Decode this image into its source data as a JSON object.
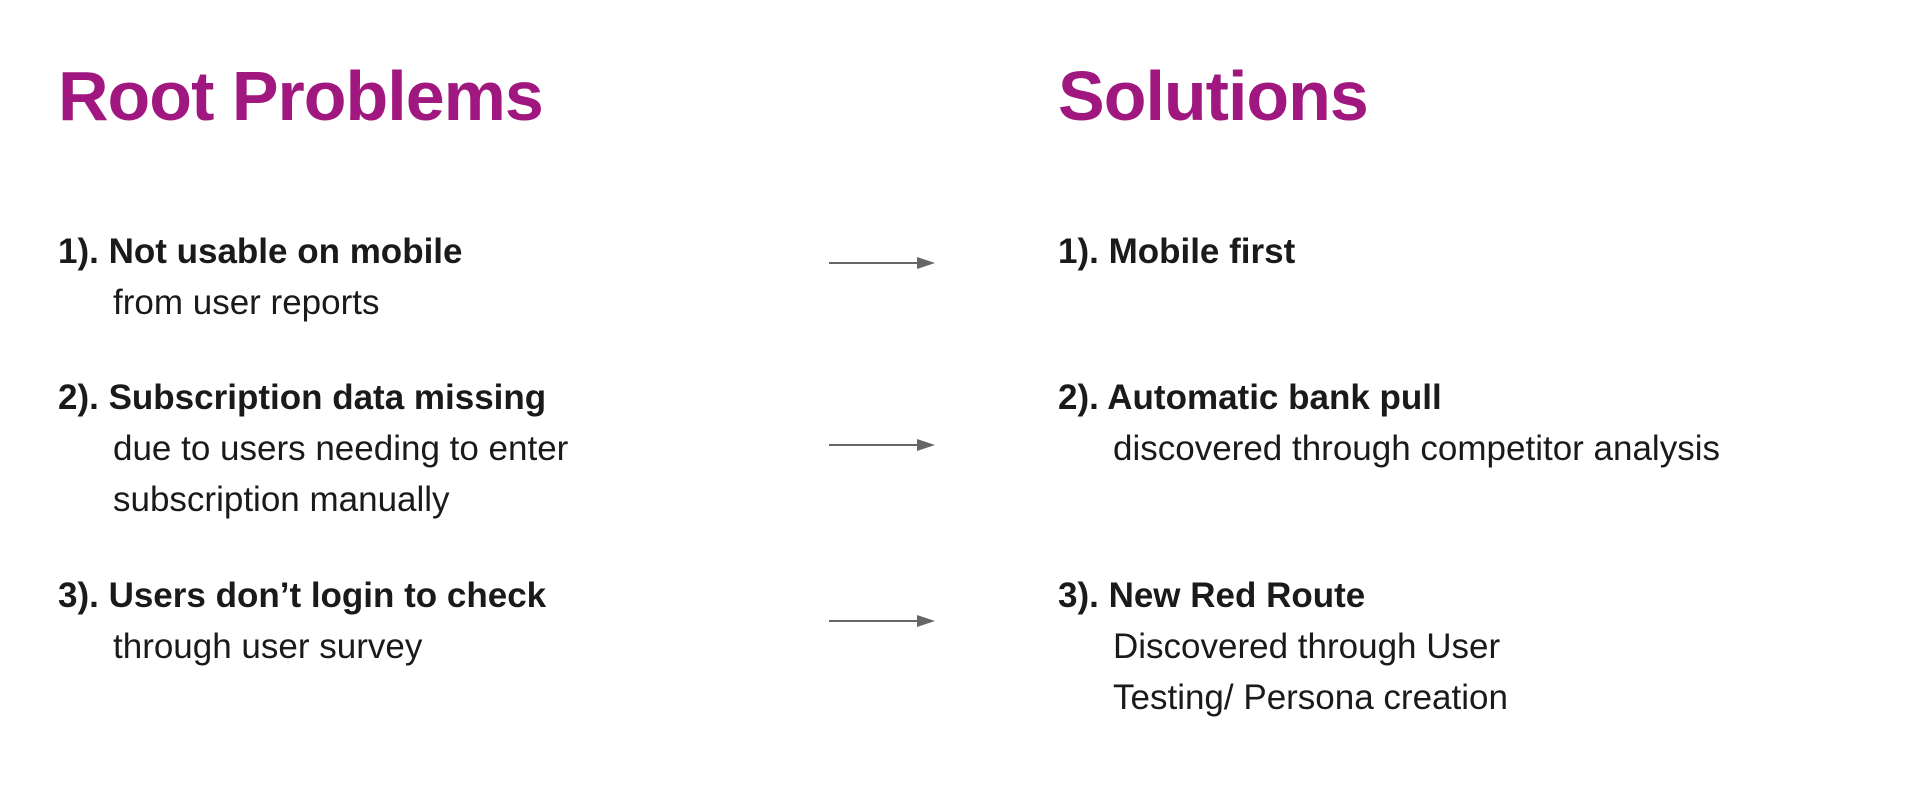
{
  "left": {
    "title": "Root Problems",
    "items": [
      {
        "head": "1). Not usable on mobile",
        "sub": [
          "from user reports"
        ]
      },
      {
        "head": "2). Subscription data missing",
        "sub": [
          "due to users needing to enter",
          "subscription manually"
        ]
      },
      {
        "head": "3). Users don’t login to check",
        "sub": [
          "through user survey"
        ]
      }
    ]
  },
  "right": {
    "title": "Solutions",
    "items": [
      {
        "head": "1). Mobile first",
        "sub": []
      },
      {
        "head": "2). Automatic bank pull",
        "sub": [
          "discovered through competitor analysis"
        ]
      },
      {
        "head": "3). New Red Route",
        "sub": [
          "Discovered through User",
          "Testing/ Persona creation"
        ]
      }
    ]
  },
  "colors": {
    "accent": "#a0177f",
    "text": "#1a1a1a",
    "arrow": "#666666"
  },
  "icons": [
    "arrow-right-icon"
  ]
}
